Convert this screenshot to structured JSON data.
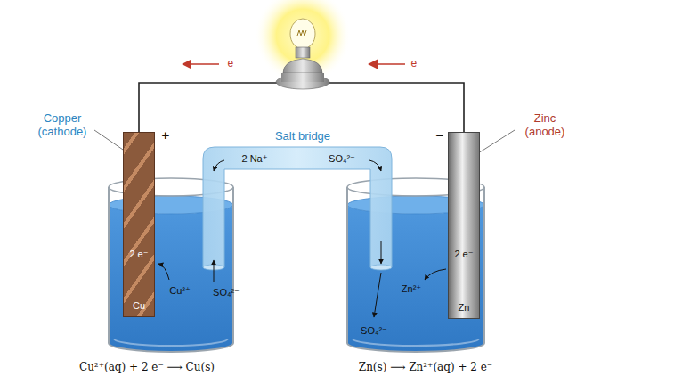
{
  "diagram": {
    "nodes": [
      {
        "text": [
          "2 e⁻",
          "Cu"
        ]
      },
      {
        "text": [
          "2 e⁻",
          "Zn"
        ]
      }
    ],
    "edges": [
      {
        "from": 1,
        "to": 0,
        "arrow": "none"
      }
    ],
    "labels": [
      "e⁻",
      "e⁻",
      "Copper (cathode)",
      "+",
      "−",
      "Zinc (anode)",
      "Salt bridge",
      "2 Na⁺",
      "SO₄²⁻",
      "Cu²⁺",
      "SO₄²⁻",
      "Zn²⁺",
      "SO₄²⁻",
      "Cu²⁺(aq) + 2 e⁻ ⟶ Cu(s)",
      "Zn(s) ⟶ Zn²⁺(aq) + 2 e⁻"
    ]
  }
}
